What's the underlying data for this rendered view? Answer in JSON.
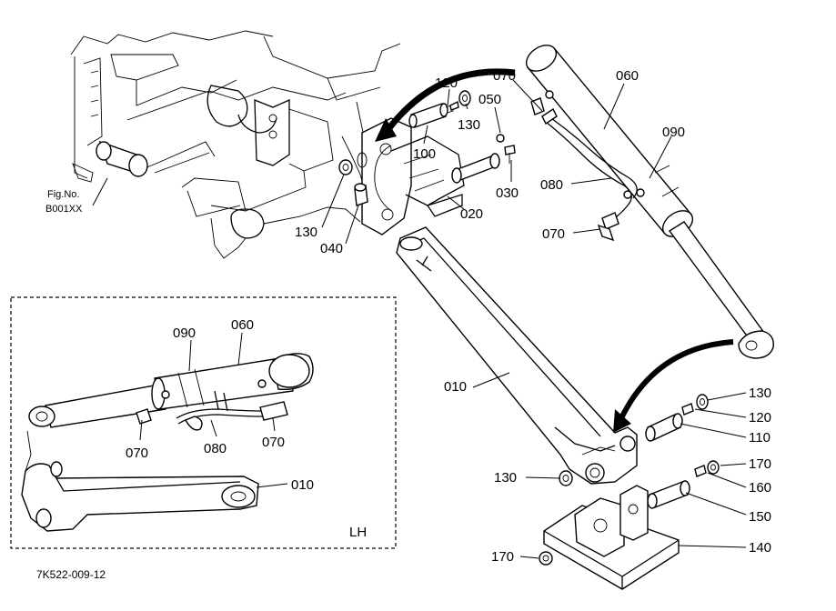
{
  "labels": {
    "p010_main": "010",
    "p010_lh": "010",
    "p020": "020",
    "p030": "030",
    "p040": "040",
    "p050": "050",
    "p060_main": "060",
    "p060_lh": "060",
    "p070_top": "070",
    "p070_mid": "070",
    "p070_lh_a": "070",
    "p070_lh_b": "070",
    "p080_main": "080",
    "p080_lh": "080",
    "p090_main": "090",
    "p090_lh": "090",
    "p100": "100",
    "p110": "110",
    "p120_top": "120",
    "p120_bot": "120",
    "p130_top": "130",
    "p130_left": "130",
    "p130_right": "130",
    "p130_bot": "130",
    "p140": "140",
    "p150": "150",
    "p160": "160",
    "p170_right": "170",
    "p170_bot": "170"
  },
  "figref": {
    "line1": "Fig.No.",
    "line2": "B001XX"
  },
  "inset_label": "LH",
  "drawing_number": "7K522-009-12"
}
